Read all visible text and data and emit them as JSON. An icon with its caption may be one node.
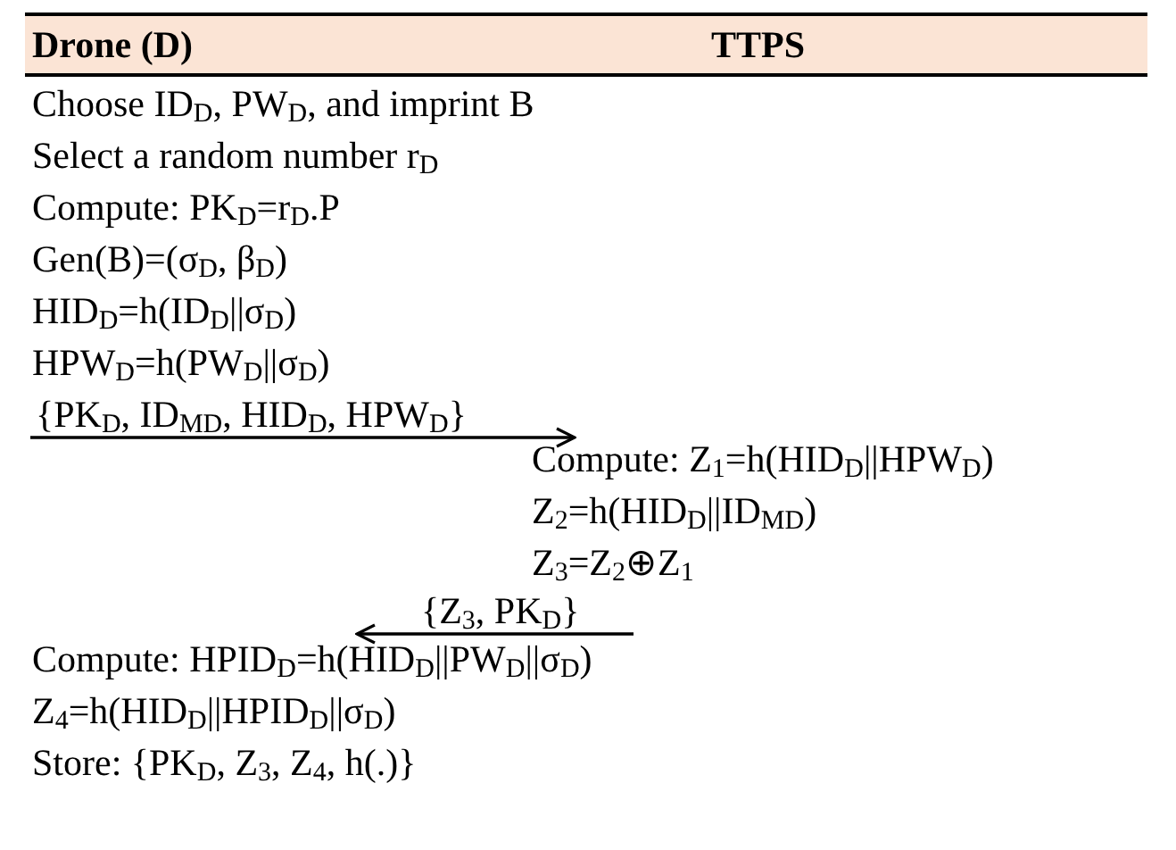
{
  "diagram": {
    "nodes": [
      {
        "text": [
          "Choose ID$_{D}$, PW$_{D}$, and imprint B",
          "Select a random number r$_{D}$",
          "Compute: PK$_{D}$=r$_{D}$.P",
          "Gen(B)=(σ$_{D}$, β$_{D}$)",
          "HID$_{D}$=h(ID$_{D}$||σ$_{D}$)",
          "HPW$_{D}$=h(PW$_{D}$||σ$_{D}$)",
          "{PK$_{D}$, ID$_{MD}$, HID$_{D}$, HPW$_{D}$}"
        ]
      },
      {
        "text": [
          "Compute: Z$_{1}$=h(HID$_{D}$||HPW$_{D}$)",
          "Z$_{2}$=h(HID$_{D}$||ID$_{MD}$)",
          "Z$_{3}$=Z$_{2}$⊕Z$_{1}$",
          "{Z$_{3}$, PK$_{D}$}"
        ]
      },
      {
        "text": [
          "Compute: HPID$_{D}$=h(HID$_{D}$||PW$_{D}$||σ$_{D}$)",
          "Z$_{4}$=h(HID$_{D}$||HPID$_{D}$||σ$_{D}$)",
          "Store: {PK$_{D}$, Z$_{3}$, Z$_{4}$, h(.)}"
        ]
      }
    ],
    "edges": [
      {
        "from": 0,
        "to": 1,
        "arrow": "to"
      },
      {
        "from": 1,
        "to": 2,
        "arrow": "to"
      }
    ],
    "labels": [
      "Drone (D)",
      "TTPS"
    ]
  }
}
